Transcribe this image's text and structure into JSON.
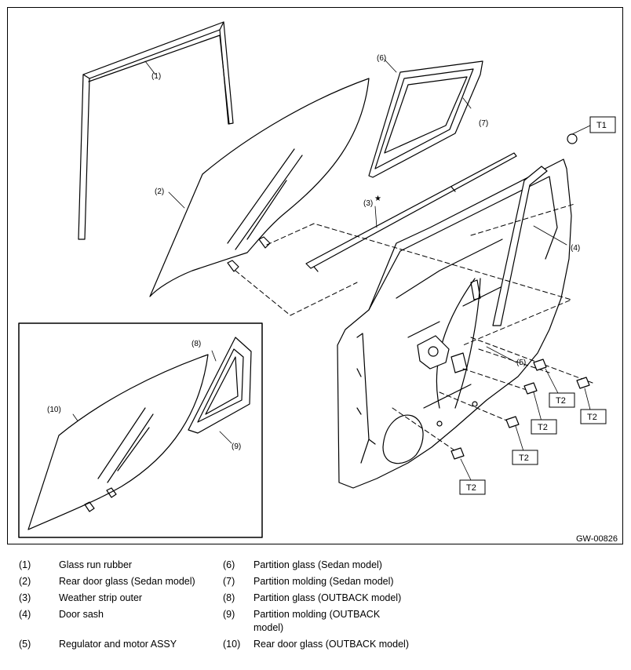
{
  "figure_id": "GW-00826",
  "callouts": {
    "c1": "(1)",
    "c2": "(2)",
    "c3": "(3)",
    "c4": "(4)",
    "c5": "(5)",
    "c6": "(6)",
    "c7": "(7)",
    "c8": "(8)",
    "c9": "(9)",
    "c10": "(10)"
  },
  "torque_labels": {
    "t1": "T1",
    "t2": "T2"
  },
  "star_marker": "★",
  "legend": [
    {
      "num": "(1)",
      "text": "Glass run rubber"
    },
    {
      "num": "(2)",
      "text": "Rear door glass (Sedan model)"
    },
    {
      "num": "(3)",
      "text": "Weather strip outer"
    },
    {
      "num": "(4)",
      "text": "Door sash"
    },
    {
      "num": "(5)",
      "text": "Regulator and motor ASSY"
    },
    {
      "num": "(6)",
      "text": "Partition glass (Sedan model)"
    },
    {
      "num": "(7)",
      "text": "Partition molding (Sedan model)"
    },
    {
      "num": "(8)",
      "text": "Partition glass (OUTBACK model)"
    },
    {
      "num": "(9)",
      "text": "Partition molding (OUTBACK model)"
    },
    {
      "num": "(10)",
      "text": "Rear door glass (OUTBACK model)"
    }
  ]
}
